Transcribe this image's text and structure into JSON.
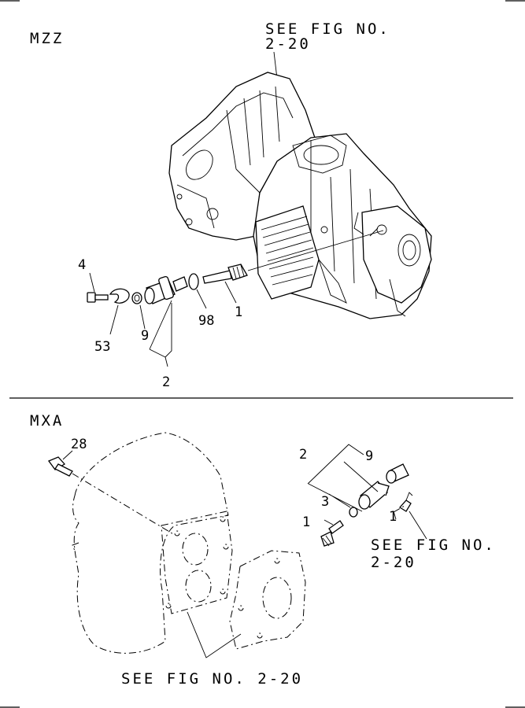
{
  "sections": {
    "mzz": {
      "title": "MZZ",
      "ref_line1": "SEE FIG NO.",
      "ref_line2": "2-20",
      "callouts": [
        "4",
        "53",
        "9",
        "2",
        "98",
        "1"
      ]
    },
    "mxa": {
      "title": "MXA",
      "callouts": [
        "28",
        "2",
        "9",
        "3",
        "1",
        "1"
      ],
      "ref_line1": "SEE FIG NO.",
      "ref_line2": "2-20",
      "bottom_ref": "SEE FIG NO. 2-20"
    }
  }
}
